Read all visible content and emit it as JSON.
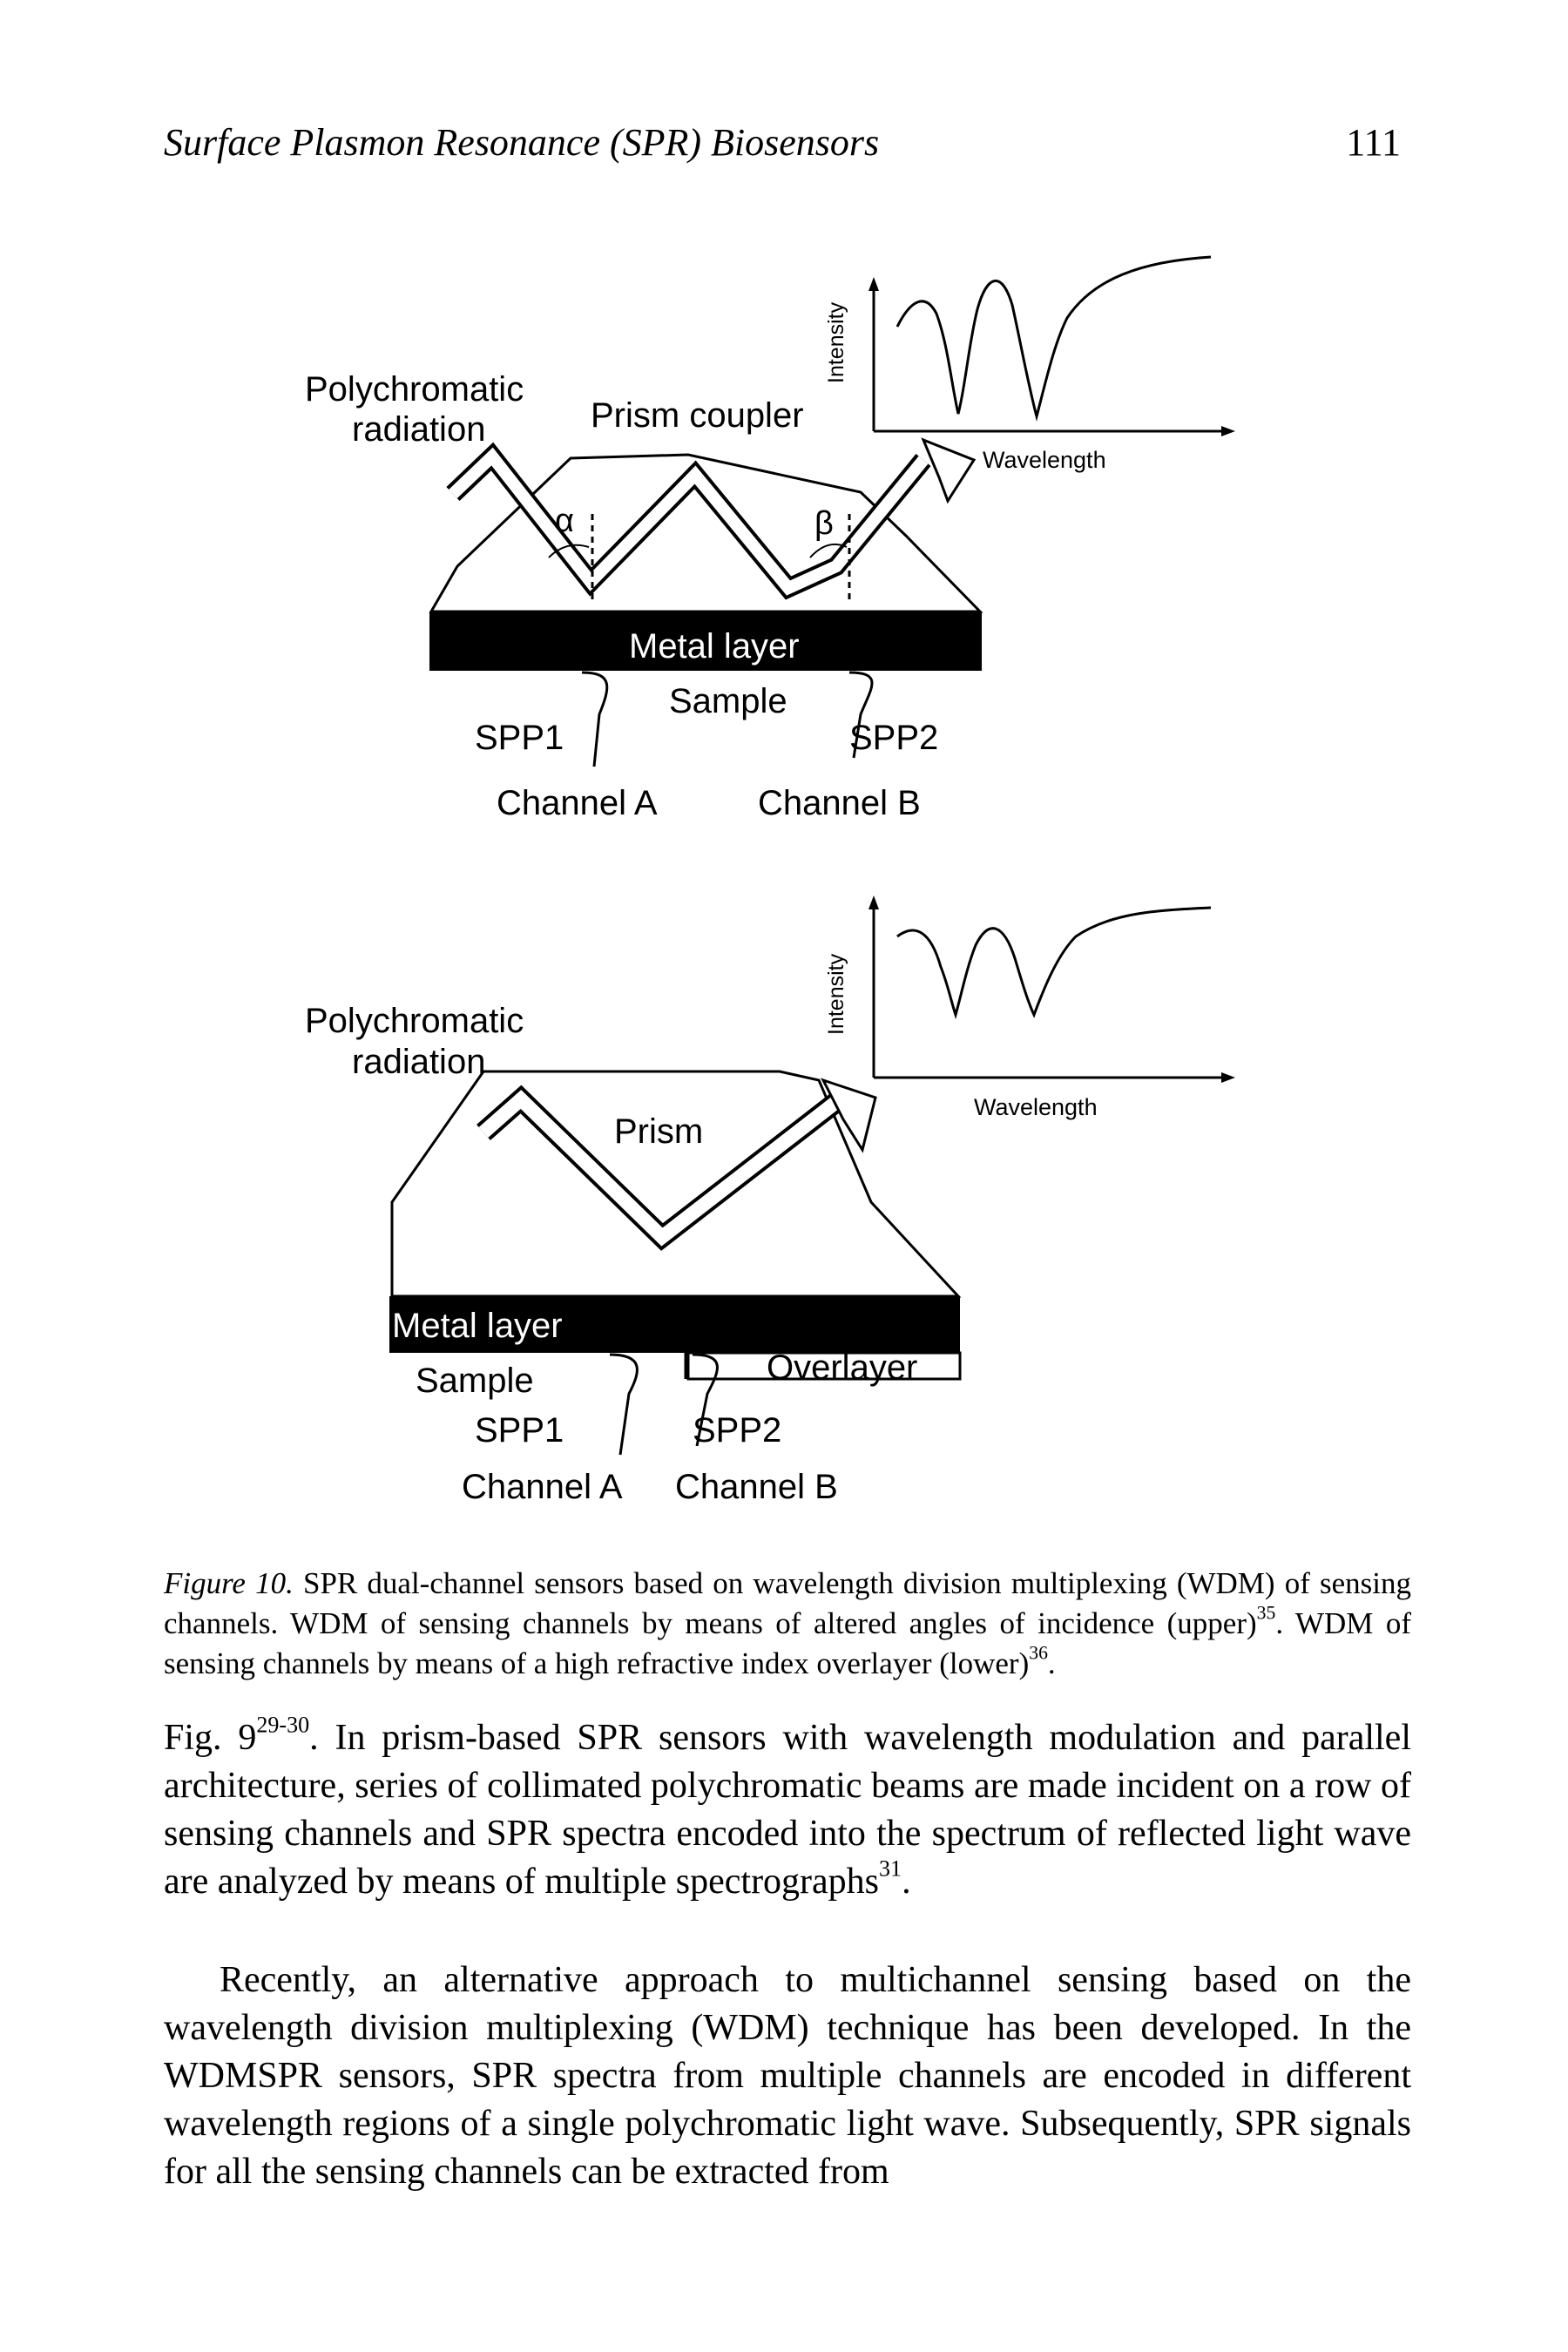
{
  "header": {
    "title": "Surface Plasmon Resonance (SPR) Biosensors",
    "page_number": "111"
  },
  "figure_upper": {
    "source_label_1": "Polychromatic",
    "source_label_2": "radiation",
    "prism_label": "Prism coupler",
    "angle_alpha": "α",
    "angle_beta": "β",
    "metal_label": "Metal layer",
    "sample_label": "Sample",
    "spp1_label": "SPP1",
    "spp2_label": "SPP2",
    "channel_a": "Channel A",
    "channel_b": "Channel B",
    "spectrum_ylabel": "Intensity",
    "spectrum_xlabel": "Wavelength"
  },
  "figure_lower": {
    "source_label_1": "Polychromatic",
    "source_label_2": "radiation",
    "prism_label": "Prism",
    "metal_label": "Metal layer",
    "sample_label": "Sample",
    "overlayer_label": "Overlayer",
    "spp1_label": "SPP1",
    "spp2_label": "SPP2",
    "channel_a": "Channel A",
    "channel_b": "Channel B",
    "spectrum_ylabel": "Intensity",
    "spectrum_xlabel": "Wavelength"
  },
  "caption": {
    "label": "Figure 10.",
    "text_1": " SPR dual-channel sensors based on wavelength division multiplexing (WDM) of sensing channels. WDM of sensing channels by means of altered angles of incidence (upper)",
    "ref_1": "35",
    "text_2": ". WDM of sensing channels by means of a high refractive index overlayer (lower)",
    "ref_2": "36",
    "text_3": "."
  },
  "body": {
    "p1_start": "Fig. 9",
    "p1_ref_1": "29-30",
    "p1_text": ". In prism-based SPR sensors with wavelength modulation and parallel architecture, series of collimated polychromatic beams are made incident on a row of sensing channels and SPR spectra encoded into the spectrum of reflected light wave are analyzed by means of multiple spectrographs",
    "p1_ref_2": "31",
    "p1_end": ".",
    "p2": "Recently, an alternative approach to multichannel sensing based on the wavelength division multiplexing (WDM) technique has been developed. In the WDMSPR sensors, SPR spectra from multiple channels are encoded in different wavelength regions of a single polychromatic light wave. Subsequently, SPR signals for all the sensing channels can be extracted from"
  }
}
